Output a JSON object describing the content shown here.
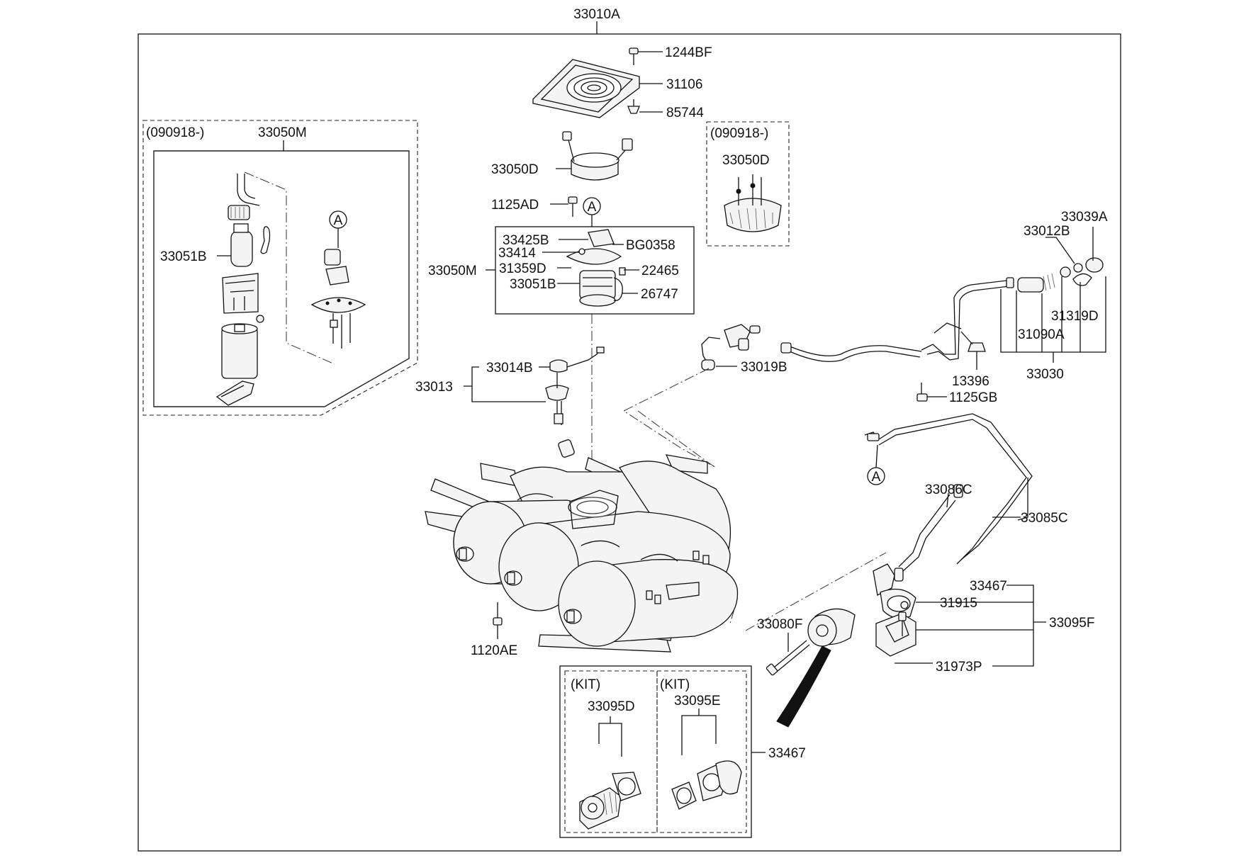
{
  "main_assembly": "33010A",
  "pump_kit_box": {
    "date_code": "(090918-)",
    "assembly": "33050M",
    "pump": "33051B"
  },
  "sender_box": {
    "date_code": "(090918-)",
    "part": "33050D"
  },
  "kit_box": {
    "kit_label_1": "(KIT)",
    "kit_1": "33095D",
    "kit_label_2": "(KIT)",
    "kit_2": "33095E",
    "assembly": "33467"
  },
  "callouts": {
    "c1244BF": "1244BF",
    "c31106": "31106",
    "c85744": "85744",
    "c33050D": "33050D",
    "c1125AD": "1125AD",
    "c33425B": "33425B",
    "cBG0358": "BG0358",
    "c33414": "33414",
    "c33050M": "33050M",
    "c31359D": "31359D",
    "c22465": "22465",
    "c33051B": "33051B",
    "c26747": "26747",
    "c33014B": "33014B",
    "c33013": "33013",
    "c33019B": "33019B",
    "c33039A": "33039A",
    "c33012B": "33012B",
    "c31319D": "31319D",
    "c31090A": "31090A",
    "c13396": "13396",
    "c1125GB": "1125GB",
    "c33030": "33030",
    "c33086C": "33086C",
    "c33085C": "33085C",
    "c33467": "33467",
    "c31915": "31915",
    "c33095F": "33095F",
    "c33080F": "33080F",
    "c31973P": "31973P",
    "c1120AE": "1120AE"
  },
  "reference_marks": {
    "a_pump_box": "A",
    "a_top": "A",
    "a_hose": "A"
  }
}
